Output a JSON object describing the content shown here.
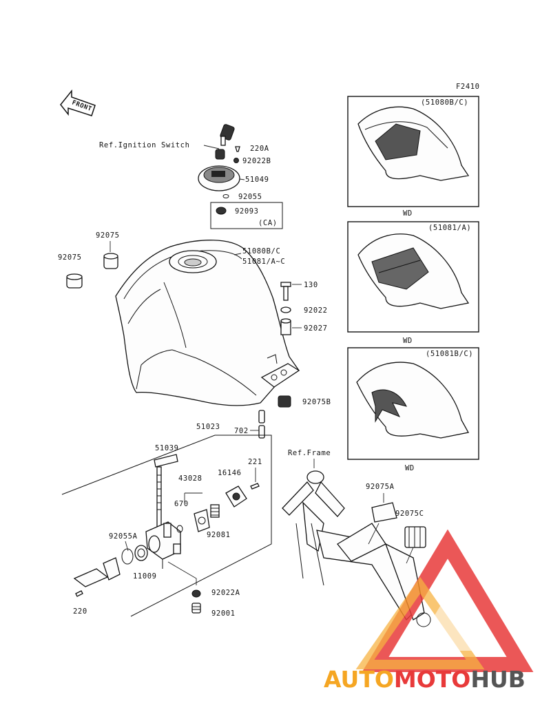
{
  "figure_code": "F2410",
  "labels": {
    "front": "FRONT",
    "ref_ignition": "Ref.Ignition Switch",
    "p220a": "220A",
    "p92022b": "92022B",
    "p51049": "51049",
    "p92055": "92055",
    "p92093": "92093",
    "ca": "(CA)",
    "p92075_a": "92075",
    "p92075_b": "92075",
    "p51080bc": "51080B/C",
    "p51081": "51081/A~C",
    "p130": "130",
    "p92022": "92022",
    "p92027": "92027",
    "p92075b": "92075B",
    "p702": "702",
    "p51023": "51023",
    "p51039": "51039",
    "p221": "221",
    "p16146": "16146",
    "p43028": "43028",
    "p670": "670",
    "p92081": "92081",
    "p92055a": "92055A",
    "p11009": "11009",
    "p92022a": "92022A",
    "p220": "220",
    "p92001": "92001",
    "ref_frame": "Ref.Frame",
    "p92075a": "92075A",
    "p92075c": "92075C"
  },
  "insets": [
    {
      "tag": "(51080B/C)",
      "note": "WD"
    },
    {
      "tag": "(51081/A)",
      "note": "WD"
    },
    {
      "tag": "(51081B/C)",
      "note": "WD"
    }
  ],
  "watermark": {
    "part1": "AUTO",
    "part2": "MOTO",
    "part3": "HUB",
    "color_orange": "#f5a623",
    "color_red": "#e83a3a",
    "color_gray": "#555555"
  }
}
